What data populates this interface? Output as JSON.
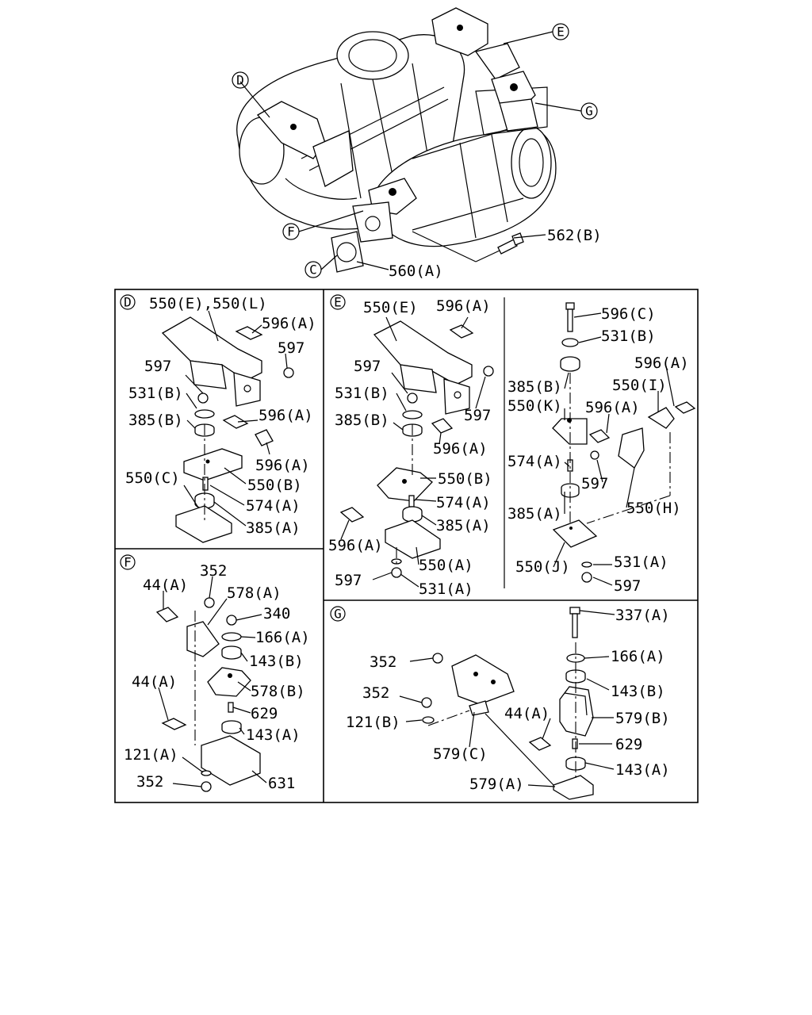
{
  "overview": {
    "callouts": {
      "d": "D",
      "e": "E",
      "f": "F",
      "g": "G",
      "c": "C"
    },
    "parts": {
      "p562b": "562(B)",
      "p560a": "560(A)"
    }
  },
  "panel_d": {
    "tag": "D",
    "labels": {
      "p550el": "550(E),550(L)",
      "p596a_1": "596(A)",
      "p597_1": "597",
      "p597_2": "597",
      "p531b": "531(B)",
      "p385b": "385(B)",
      "p596a_2": "596(A)",
      "p596a_3": "596(A)",
      "p550c": "550(C)",
      "p550b": "550(B)",
      "p574a": "574(A)",
      "p385a": "385(A)"
    }
  },
  "panel_e": {
    "tag": "E",
    "labels": {
      "p550e": "550(E)",
      "p596a_1": "596(A)",
      "p597_1": "597",
      "p531b": "531(B)",
      "p597_2": "597",
      "p385b": "385(B)",
      "p596a_2": "596(A)",
      "p550b": "550(B)",
      "p574a": "574(A)",
      "p385a": "385(A)",
      "p596a_3": "596(A)",
      "p550a": "550(A)",
      "p597_3": "597",
      "p531a": "531(A)"
    }
  },
  "panel_e2": {
    "labels": {
      "p596c": "596(C)",
      "p531b": "531(B)",
      "p596a_1": "596(A)",
      "p385b": "385(B)",
      "p550i": "550(I)",
      "p550k": "550(K)",
      "p596a_2": "596(A)",
      "p574a": "574(A)",
      "p597_1": "597",
      "p385a": "385(A)",
      "p550h": "550(H)",
      "p550j": "550(J)",
      "p531a": "531(A)",
      "p597_2": "597"
    }
  },
  "panel_f": {
    "tag": "F",
    "labels": {
      "p352_1": "352",
      "p44a_1": "44(A)",
      "p578a": "578(A)",
      "p340": "340",
      "p166a": "166(A)",
      "p143b": "143(B)",
      "p44a_2": "44(A)",
      "p578b": "578(B)",
      "p629": "629",
      "p143a": "143(A)",
      "p121a": "121(A)",
      "p352_2": "352",
      "p631": "631"
    }
  },
  "panel_g": {
    "tag": "G",
    "labels": {
      "p337a": "337(A)",
      "p352_1": "352",
      "p166a": "166(A)",
      "p352_2": "352",
      "p143b": "143(B)",
      "p121b": "121(B)",
      "p44a": "44(A)",
      "p579b": "579(B)",
      "p629": "629",
      "p579c": "579(C)",
      "p143a": "143(A)",
      "p579a": "579(A)"
    }
  }
}
